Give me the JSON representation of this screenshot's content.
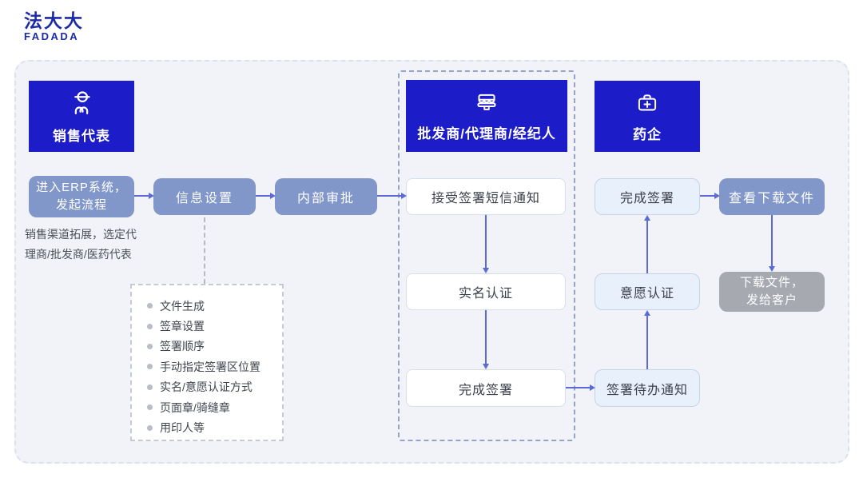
{
  "brand": {
    "logo_zh": "法大大",
    "logo_en": "FADADA"
  },
  "colors": {
    "brand_blue": "#1C1CC8",
    "logo_blue": "#1B2AA8",
    "slate_node": "#8196C9",
    "light_node": "#E8F0FB",
    "gray_node": "#A6A9B0",
    "arrow": "#5A6BD8",
    "canvas_bg": "#F1F3F8"
  },
  "lanes": {
    "sales": {
      "title": "销售代表",
      "icon": "person-icon"
    },
    "intermediary": {
      "title": "批发商/代理商/经纪人",
      "icon": "store-icon"
    },
    "pharma": {
      "title": "药企",
      "icon": "medkit-icon"
    }
  },
  "flow": {
    "erp": "进入ERP系统，\n发起流程",
    "erp_note": "销售渠道拓展，选定代\n理商/批发商/医药代表",
    "info_setup": "信息设置",
    "internal_approval": "内部审批",
    "sms_notice": "接受签署短信通知",
    "real_name_auth": "实名认证",
    "complete_sign_mid": "完成签署",
    "todo_notice": "签署待办通知",
    "will_auth": "意愿认证",
    "complete_sign_right": "完成签署",
    "view_download": "查看下载文件",
    "download_send": "下载文件，\n发给客户"
  },
  "checklist": {
    "items": [
      "文件生成",
      "签章设置",
      "签署顺序",
      "手动指定签署区位置",
      "实名/意愿认证方式",
      "页面章/骑缝章",
      "用印人等"
    ]
  }
}
